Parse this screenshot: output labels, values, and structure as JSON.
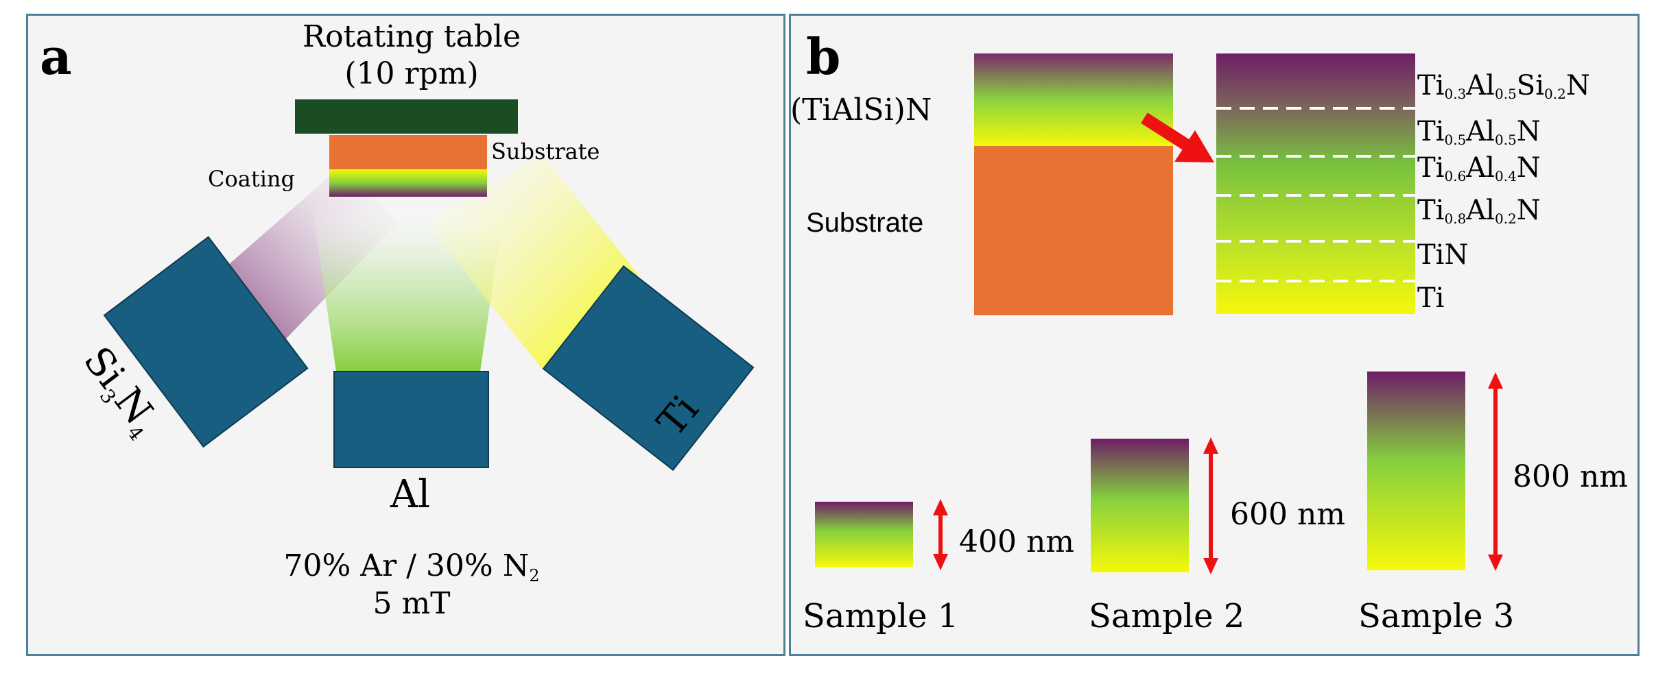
{
  "panel_a": {
    "label": "a",
    "table_title_line1": "Rotating table",
    "table_title_line2": "(10 rpm)",
    "substrate_label": "Substrate",
    "coating_label": "Coating",
    "targets": {
      "left": "Si3N4",
      "center": "Al",
      "right": "Ti"
    },
    "gas_base": "70% Ar / 30% N",
    "gas_subscript": "2",
    "pressure": "5 mT"
  },
  "panel_b": {
    "label": "b",
    "film_label": "(TiAlSi)N",
    "substrate_label": "Substrate",
    "layers": [
      {
        "parts": [
          [
            "Ti",
            ""
          ],
          [
            "0.3",
            ""
          ],
          [
            "Al",
            ""
          ],
          [
            "0.5",
            ""
          ],
          [
            "Si",
            ""
          ],
          [
            "0.2",
            ""
          ],
          [
            "N",
            ""
          ]
        ]
      },
      {
        "parts": [
          [
            "Ti",
            ""
          ],
          [
            "0.5",
            ""
          ],
          [
            "Al",
            ""
          ],
          [
            "0.5",
            ""
          ],
          [
            "N",
            ""
          ]
        ]
      },
      {
        "parts": [
          [
            "Ti",
            ""
          ],
          [
            "0.6",
            ""
          ],
          [
            "Al",
            ""
          ],
          [
            "0.4",
            ""
          ],
          [
            "N",
            ""
          ]
        ]
      },
      {
        "parts": [
          [
            "Ti",
            ""
          ],
          [
            "0.8",
            ""
          ],
          [
            "Al",
            ""
          ],
          [
            "0.2",
            ""
          ],
          [
            "N",
            ""
          ]
        ]
      },
      {
        "parts": [
          [
            "TiN",
            ""
          ]
        ]
      },
      {
        "parts": [
          [
            "Ti",
            ""
          ]
        ]
      }
    ],
    "layer_text": [
      {
        "main1": "Ti",
        "sub1": "0.3",
        "main2": "Al",
        "sub2": "0.5",
        "main3": "Si",
        "sub3": "0.2",
        "main4": "N"
      },
      {
        "main1": "Ti",
        "sub1": "0.5",
        "main2": "Al",
        "sub2": "0.5",
        "main3": "N"
      },
      {
        "main1": "Ti",
        "sub1": "0.6",
        "main2": "Al",
        "sub2": "0.4",
        "main3": "N"
      },
      {
        "main1": "Ti",
        "sub1": "0.8",
        "main2": "Al",
        "sub2": "0.2",
        "main3": "N"
      },
      {
        "main1": "TiN"
      },
      {
        "main1": "Ti"
      }
    ],
    "samples": [
      {
        "name": "Sample 1",
        "thickness": "400 nm"
      },
      {
        "name": "Sample 2",
        "thickness": "600 nm"
      },
      {
        "name": "Sample 3",
        "thickness": "800 nm"
      }
    ]
  },
  "colors": {
    "panel_border": "#4f7f99",
    "panel_bg": "#f4f4f4",
    "target_blue": "#185e80",
    "table_green": "#1b4d25",
    "substrate_orange": "#e87232",
    "coating_purple": "#6e1e66",
    "coating_green": "#86d03d",
    "coating_yellow": "#f6f80b",
    "arrow_red": "#ee1111"
  }
}
